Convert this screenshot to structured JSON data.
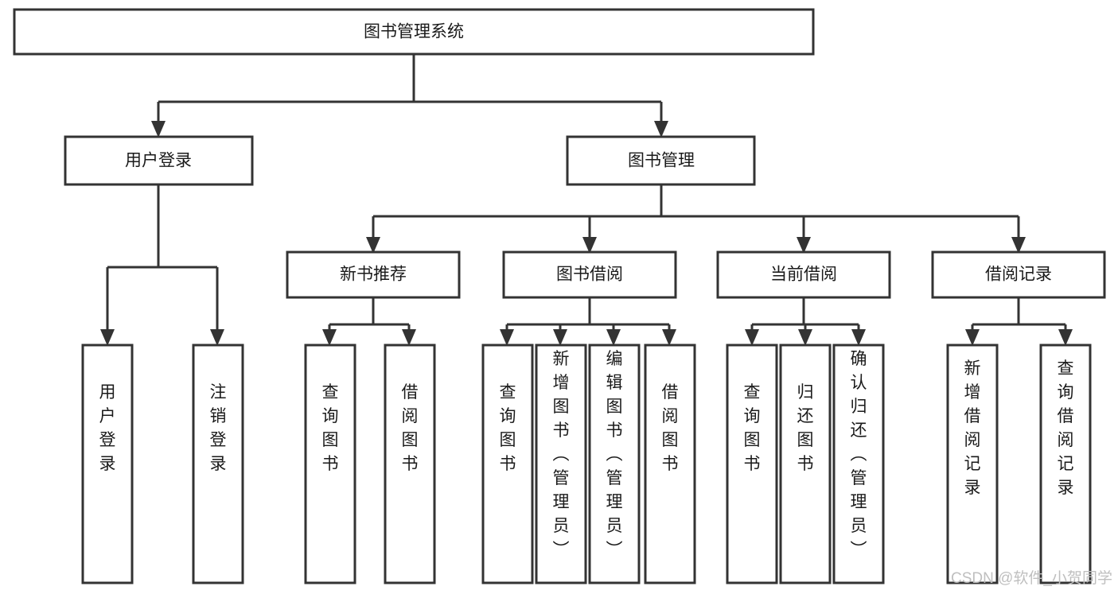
{
  "diagram": {
    "title": "图书管理系统",
    "type": "tree-hierarchy-chart",
    "stroke_color": "#333333",
    "fill_color": "#ffffff",
    "text_color": "#1a1a1a",
    "root": {
      "label": "图书管理系统"
    },
    "level2": [
      {
        "label": "用户登录"
      },
      {
        "label": "图书管理"
      }
    ],
    "level3": [
      {
        "label": "新书推荐"
      },
      {
        "label": "图书借阅"
      },
      {
        "label": "当前借阅"
      },
      {
        "label": "借阅记录"
      }
    ],
    "leaves": {
      "user_login": [
        {
          "label": "用户登录"
        },
        {
          "label": "注销登录"
        }
      ],
      "new_book_recommend": [
        {
          "label": "查询图书"
        },
        {
          "label": "借阅图书"
        }
      ],
      "book_borrow": [
        {
          "label": "查询图书"
        },
        {
          "label": "新增图书（管理员）"
        },
        {
          "label": "编辑图书（管理员）"
        },
        {
          "label": "借阅图书"
        }
      ],
      "current_borrow": [
        {
          "label": "查询图书"
        },
        {
          "label": "归还图书"
        },
        {
          "label": "确认归还（管理员）"
        }
      ],
      "borrow_record": [
        {
          "label": "新增借阅记录"
        },
        {
          "label": "查询借阅记录"
        }
      ]
    }
  },
  "watermark": {
    "text": "CSDN @软件_小贺同学",
    "color": "#bfbfbf"
  }
}
